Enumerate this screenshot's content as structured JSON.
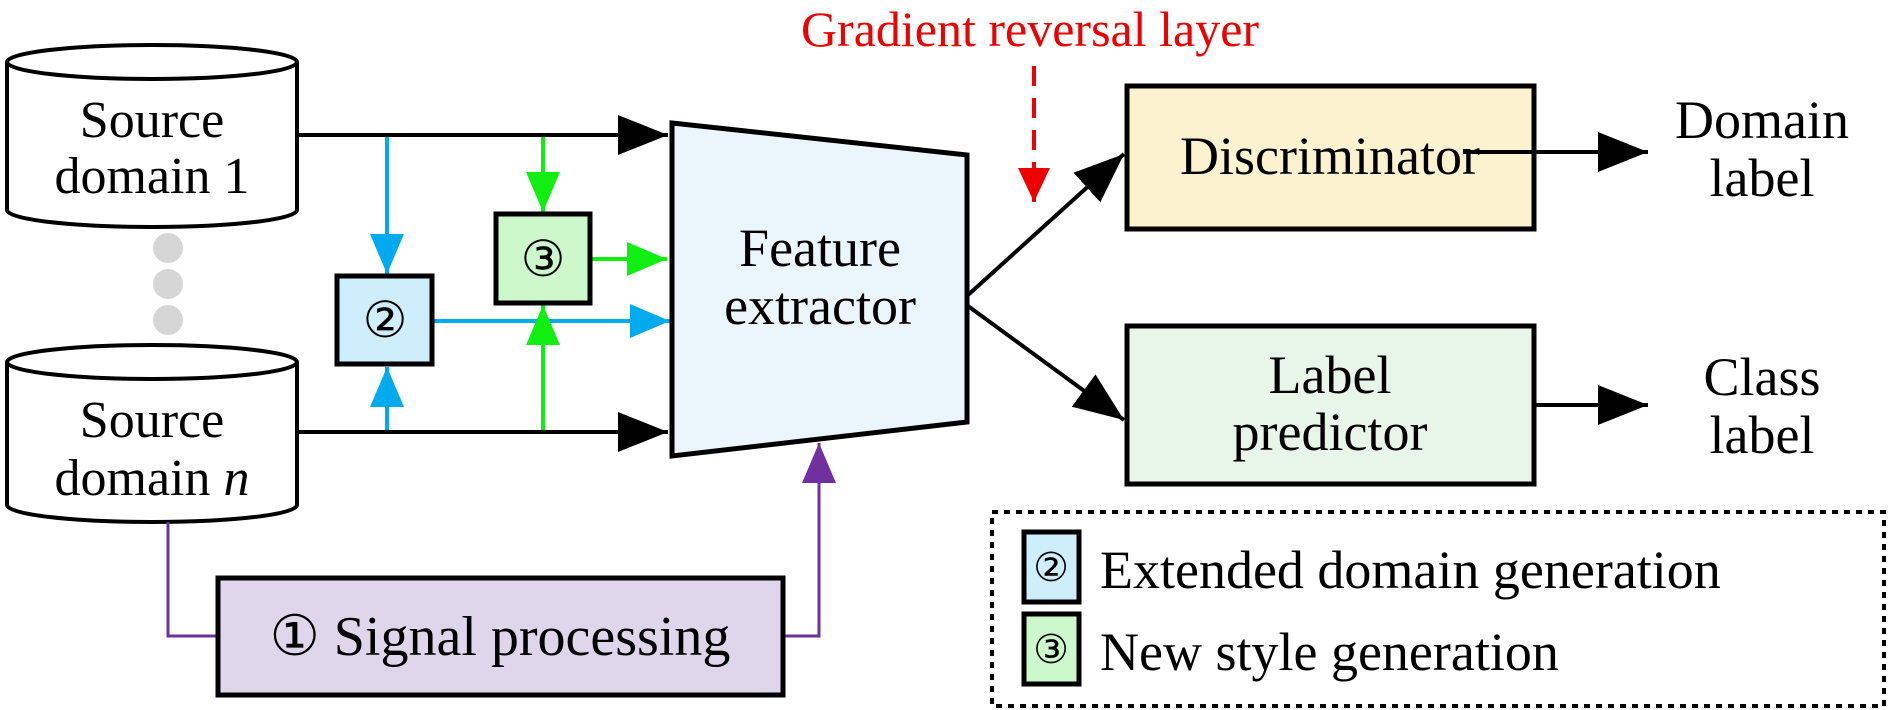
{
  "title_annotation": "Gradient reversal layer",
  "sources": {
    "first": {
      "line1": "Source",
      "line2": "domain 1"
    },
    "last": {
      "line1": "Source",
      "line2_prefix": "domain ",
      "line2_var": "n"
    }
  },
  "ellipsis_dots": 3,
  "modules": {
    "signal_processing": {
      "number": "①",
      "label": "Signal processing"
    },
    "extended_domain": {
      "number": "②"
    },
    "new_style": {
      "number": "③"
    }
  },
  "feature_extractor": {
    "line1": "Feature",
    "line2": "extractor"
  },
  "discriminator": {
    "label": "Discriminator"
  },
  "label_predictor": {
    "line1": "Label",
    "line2": "predictor"
  },
  "outputs": {
    "domain_label": {
      "line1": "Domain",
      "line2": "label"
    },
    "class_label": {
      "line1": "Class",
      "line2": "label"
    }
  },
  "legend": {
    "items": [
      {
        "number": "②",
        "label": "Extended domain generation"
      },
      {
        "number": "③",
        "label": "New style generation"
      }
    ]
  },
  "colors": {
    "gradient_reversal": "#ee0000",
    "extended_domain_arrow": "#00aaee",
    "new_style_arrow": "#11ee11",
    "signal_processing_line": "#7030a0",
    "feature_extractor_fill": "#eaf6fc",
    "discriminator_fill": "#fdf2d0",
    "label_predictor_fill": "#e8f6ea",
    "extended_domain_fill": "#cdeefa",
    "new_style_fill": "#ccf8cc",
    "signal_processing_fill": "#e0d6ec",
    "dots": "#d6d6d6"
  }
}
